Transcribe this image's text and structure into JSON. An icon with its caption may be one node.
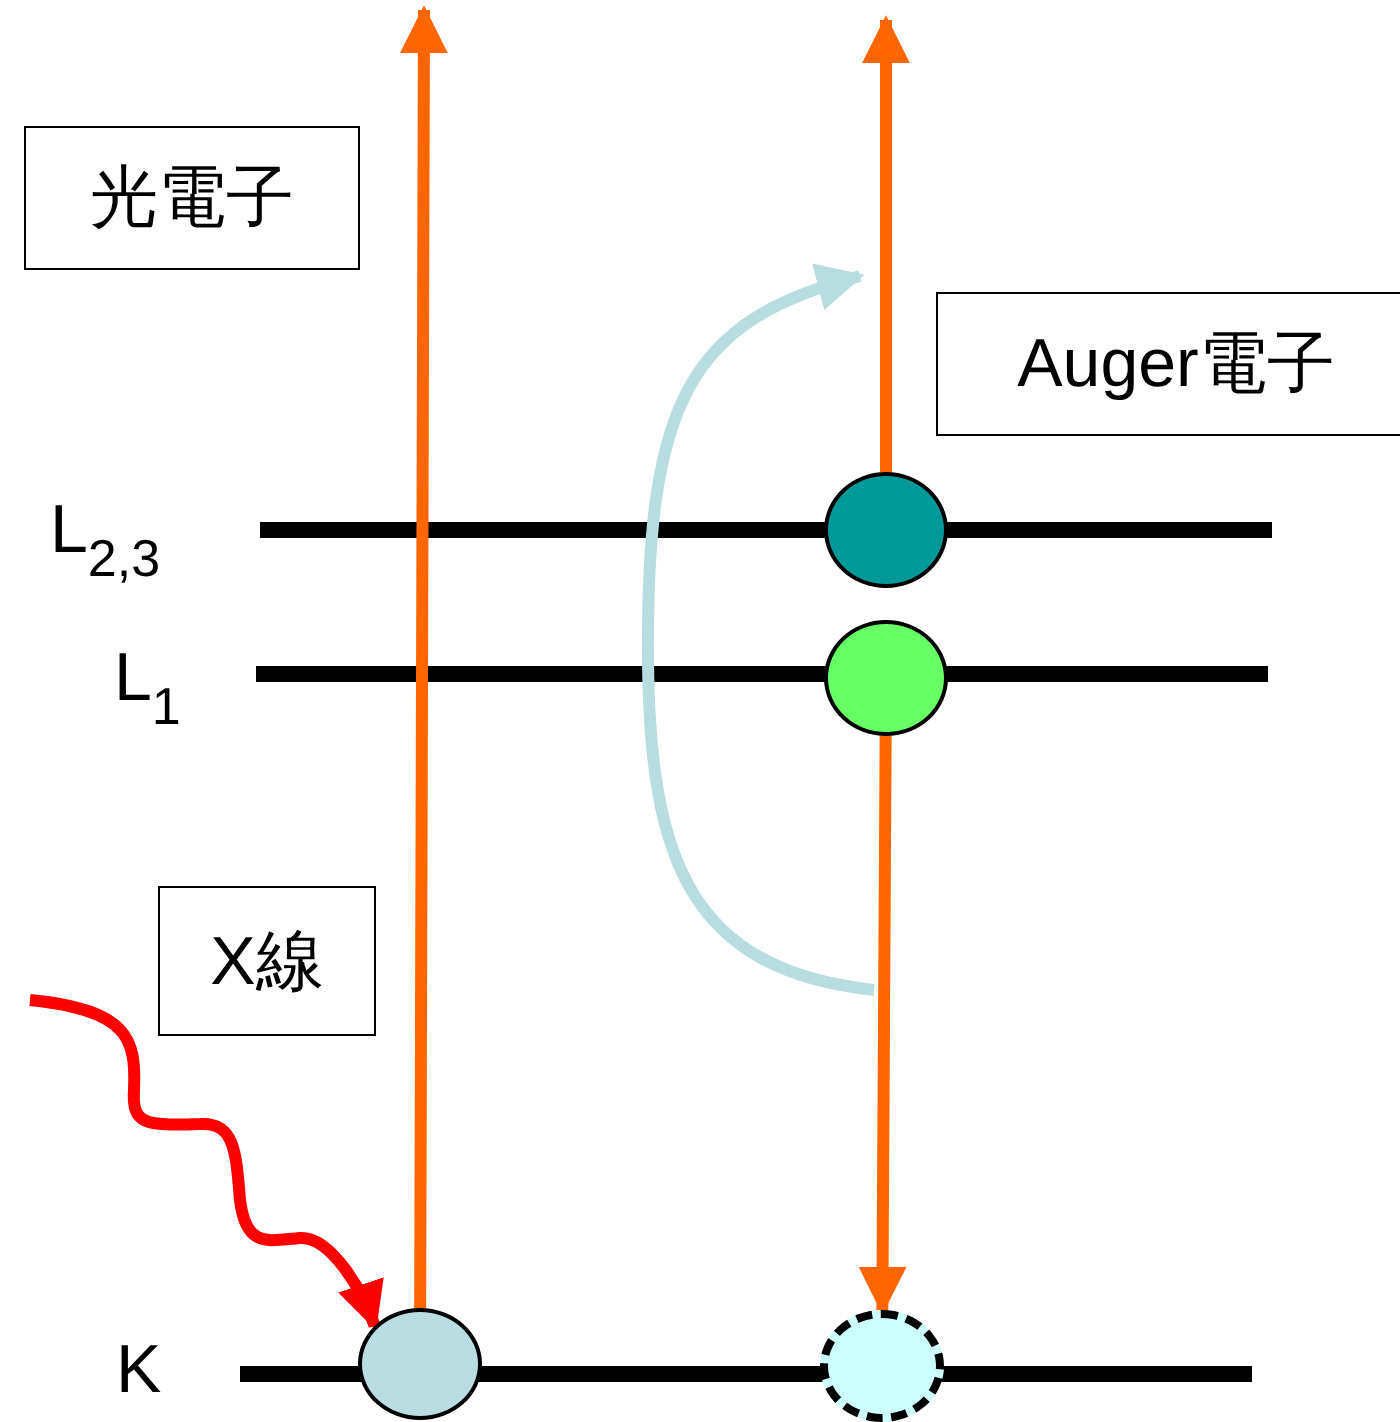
{
  "diagram": {
    "nodes": [
      {
        "text": [
          "光電子"
        ]
      },
      {
        "text": [
          "Auger電子"
        ]
      },
      {
        "text": [
          "X線"
        ]
      },
      {
        "text": [],
        "shape": "circle"
      },
      {
        "text": [],
        "shape": "circle"
      },
      {
        "text": [],
        "shape": "circle"
      },
      {
        "text": [],
        "shape": "circle"
      }
    ],
    "edges": [
      {
        "from": 5,
        "to": null,
        "arrow": "to"
      },
      {
        "from": 3,
        "to": null,
        "arrow": "to"
      },
      {
        "from": 4,
        "to": 6,
        "arrow": "to"
      },
      {
        "from": null,
        "to": 5,
        "arrow": "to",
        "color": "#ff0000"
      }
    ],
    "labels": [
      "L$_{2,3}$",
      "L$_{1}$",
      "K"
    ]
  }
}
